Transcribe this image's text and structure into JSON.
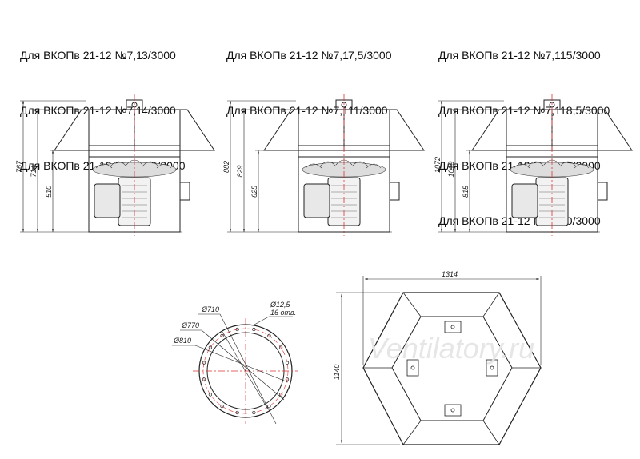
{
  "spec_groups": [
    {
      "rows": [
        {
          "model": "Для ВКОПв 21-12 №7,1",
          "power": "3/3000"
        },
        {
          "model": "Для ВКОПв 21-12 №7,1",
          "power": "4/3000"
        },
        {
          "model": "Для ВКОПв 21-12 №7,1",
          "power": "5,5/3000"
        }
      ]
    },
    {
      "rows": [
        {
          "model": "Для ВКОПв 21-12 №7,1",
          "power": "7,5/3000"
        },
        {
          "model": "Для ВКОПв 21-12 №7,1",
          "power": "11/3000"
        }
      ]
    },
    {
      "rows": [
        {
          "model": "Для ВКОПв 21-12 №7,1",
          "power": "15/3000"
        },
        {
          "model": "Для ВКОПв 21-12 №7,1",
          "power": "18,5/3000"
        },
        {
          "model": "Для ВКОПв 21-12 №7,1",
          "power": "22/3000"
        },
        {
          "model": "Для ВКОПв 21-12 №7,1",
          "power": "30/3000"
        }
      ]
    }
  ],
  "fan_views": [
    {
      "dims": [
        "767",
        "714",
        "510"
      ]
    },
    {
      "dims": [
        "882",
        "829",
        "625"
      ]
    },
    {
      "dims": [
        "1072",
        "1019",
        "815"
      ]
    }
  ],
  "flange": {
    "d1": "Ø710",
    "d2": "Ø770",
    "d3": "Ø810",
    "hole": "Ø12,5",
    "holes": "16 отв."
  },
  "hexagon": {
    "width": "1314",
    "height": "1140"
  },
  "watermark": "Ventilatory.ru"
}
